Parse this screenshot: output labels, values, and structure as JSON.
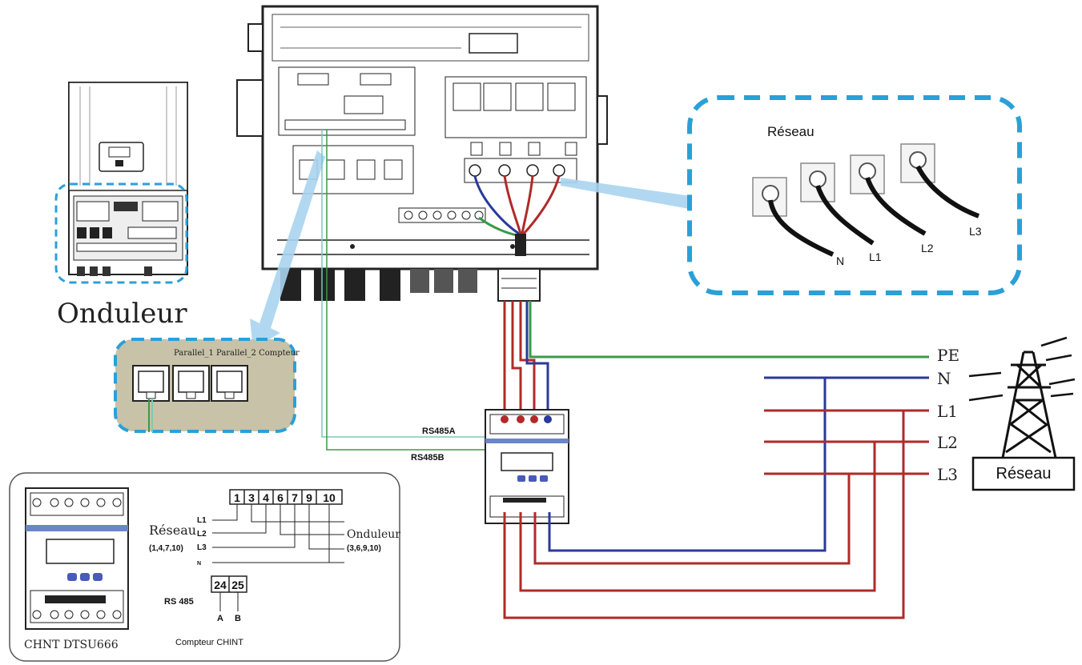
{
  "labels": {
    "onduleur_title": "Onduleur",
    "port_labels": "Parallel_1 Parallel_2 Compteur",
    "reseau_box_title": "Réseau",
    "phase_n": "N",
    "phase_l1": "L1",
    "phase_l2": "L2",
    "phase_l3": "L3",
    "rs485a": "RS485A",
    "rs485b": "RS485B",
    "grid_pe": "PE",
    "grid_n": "N",
    "grid_l1": "L1",
    "grid_l2": "L2",
    "grid_l3": "L3",
    "grid_reseau": "Réseau"
  },
  "meter_panel": {
    "model": "CHNT DTSU666",
    "caption": "Compteur CHINT",
    "reseau_label": "Réseau",
    "reseau_terminals": "(1,4,7,10)",
    "onduleur_label": "Onduleur",
    "onduleur_terminals": "(3,6,9,10)",
    "terminals": [
      "1",
      "3",
      "4",
      "6",
      "7",
      "9",
      "10"
    ],
    "rows": [
      "L1",
      "L2",
      "L3",
      "N"
    ],
    "rs485_label": "RS 485",
    "rs485_terminals": [
      "24",
      "25"
    ],
    "rs485_ab": [
      "A",
      "B"
    ]
  },
  "colors": {
    "neutral_wire": "#2b3a9a",
    "phase_wire": "#b02a2a",
    "earth_wire": "#3a9a4a",
    "highlight_dash": "#2aa0d8",
    "arrow_fill": "#a8d4ee",
    "port_box_bg": "#c8c2a8"
  }
}
